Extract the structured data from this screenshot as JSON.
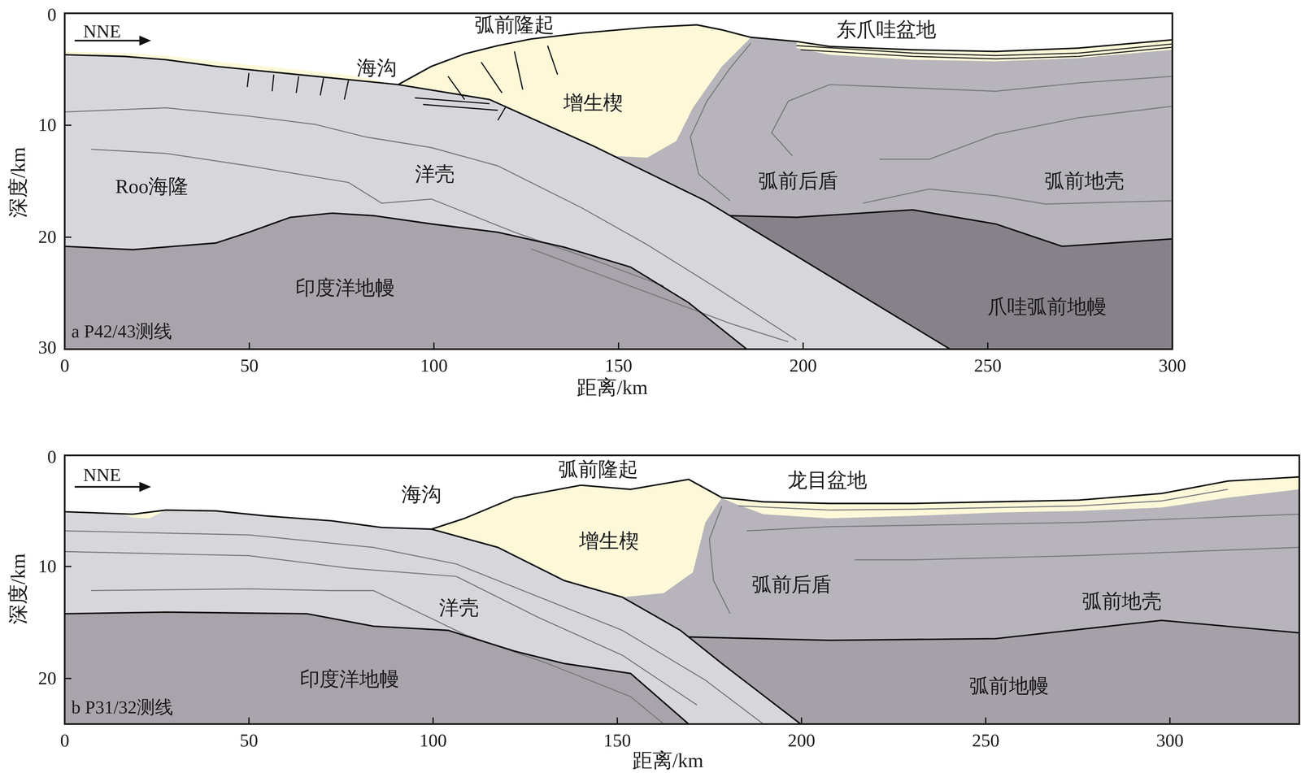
{
  "diagram": {
    "labels": [
      "NNE",
      "弧前隆起",
      "东爪哇盆地",
      "海沟",
      "增生楔",
      "Roo海隆",
      "洋壳",
      "弧前后盾",
      "弧前地壳",
      "印度洋地幔",
      "爪哇弧前地幔",
      "a P42/43测线",
      "0",
      "10",
      "20",
      "30",
      "深度/km",
      "0",
      "50",
      "100",
      "150",
      "200",
      "250",
      "300",
      "距离/km",
      "NNE",
      "海沟",
      "弧前隆起",
      "龙目盆地",
      "增生楔",
      "弧前后盾",
      "弧前地壳",
      "洋壳",
      "印度洋地幔",
      "弧前地幔",
      "b P31/32测线",
      "0",
      "10",
      "20",
      "深度/km",
      "0",
      "50",
      "100",
      "150",
      "200",
      "250",
      "300",
      "距离/km"
    ]
  }
}
